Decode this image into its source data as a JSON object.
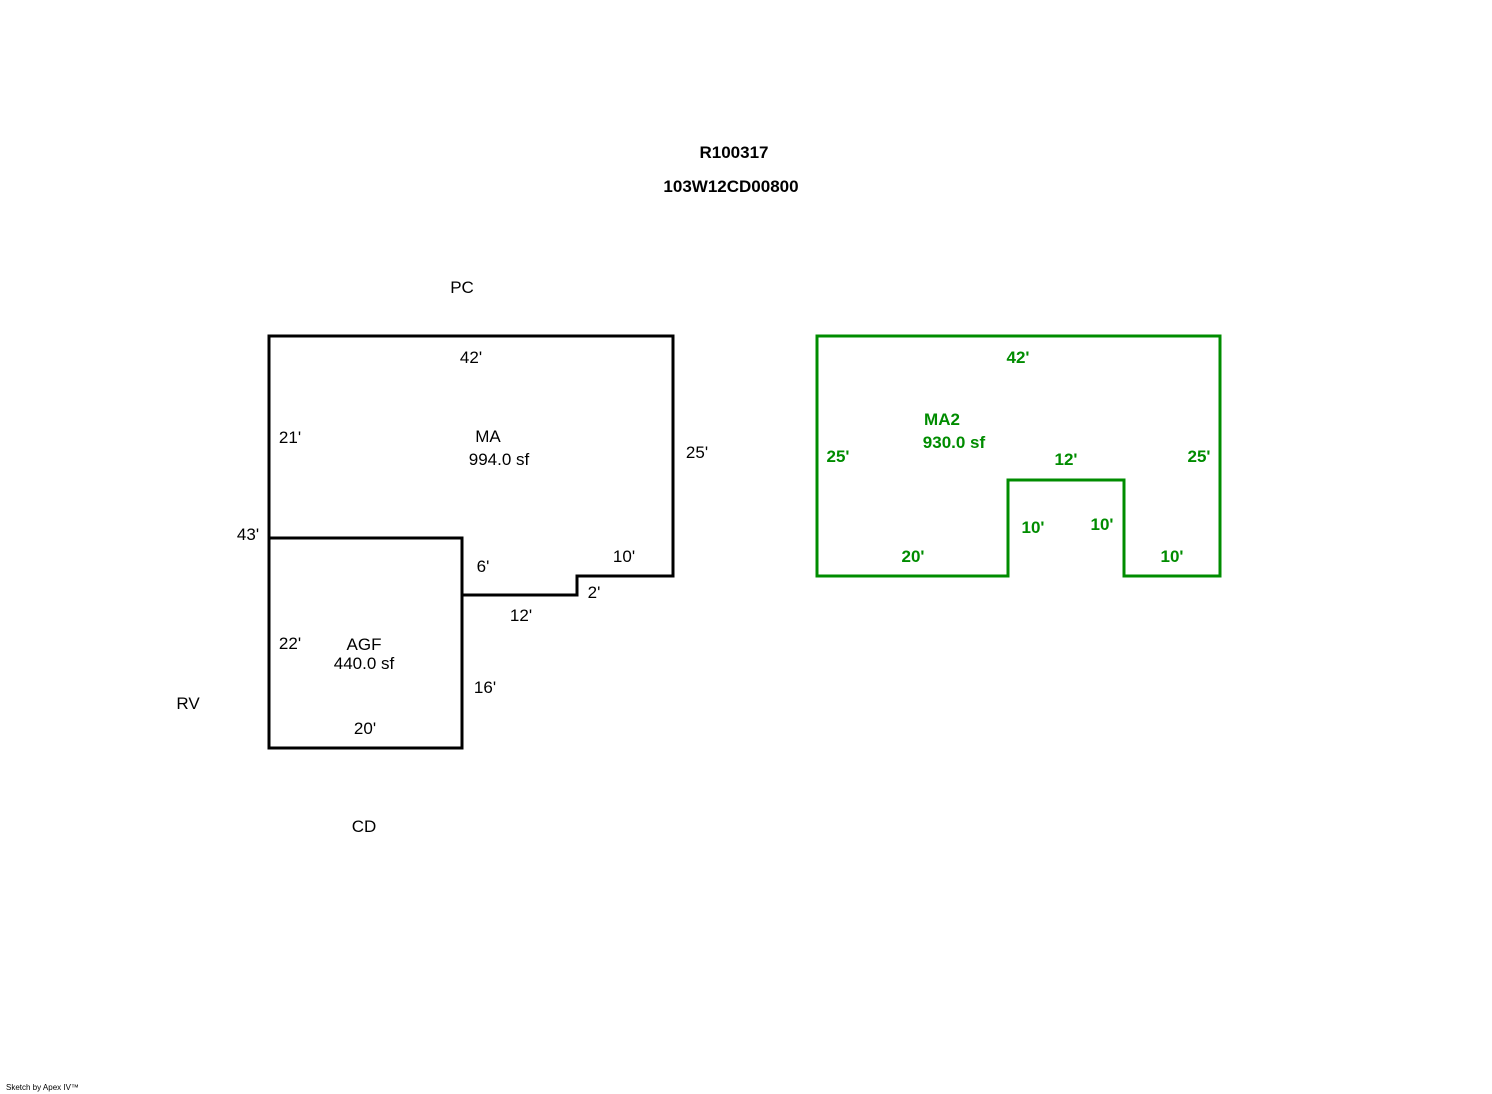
{
  "header": {
    "parcel_id": "R100317",
    "map_number": "103W12CD00800"
  },
  "colors": {
    "main_outline": "#000000",
    "second_outline": "#008c00"
  },
  "building1": {
    "ma": {
      "name": "MA",
      "area": "994.0 sf"
    },
    "agf": {
      "name": "AGF",
      "area": "440.0 sf"
    },
    "dims": {
      "top": "42'",
      "right": "25'",
      "left_upper": "21'",
      "left_total": "43'",
      "step_top": "10'",
      "step_right": "2'",
      "step_bottom": "12'",
      "inner_vertical": "6'",
      "agf_left": "22'",
      "agf_right": "16'",
      "agf_bottom": "20'"
    },
    "sides": {
      "top": "PC",
      "left": "RV",
      "bottom": "CD"
    }
  },
  "building2": {
    "name": "MA2",
    "area": "930.0 sf",
    "dims": {
      "top": "42'",
      "left": "25'",
      "right": "25'",
      "notch_top": "12'",
      "notch_left": "10'",
      "notch_right": "10'",
      "bottom_left": "20'",
      "bottom_right": "10'"
    }
  },
  "footer": {
    "credit": "Sketch by Apex IV™"
  }
}
